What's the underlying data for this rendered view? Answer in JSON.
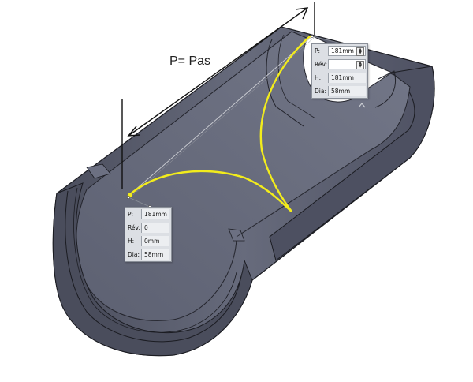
{
  "annotation": {
    "pitch_label": "P= Pas"
  },
  "callout_top": {
    "fields": [
      {
        "label": "P:",
        "value": "181mm",
        "editable": true
      },
      {
        "label": "Rév:",
        "value": "1",
        "editable": true
      },
      {
        "label": "H:",
        "value": "181mm",
        "editable": false
      },
      {
        "label": "Dia:",
        "value": "58mm",
        "editable": false
      }
    ]
  },
  "callout_bottom": {
    "fields": [
      {
        "label": "P:",
        "value": "181mm"
      },
      {
        "label": "Rév:",
        "value": "0"
      },
      {
        "label": "H:",
        "value": "0mm"
      },
      {
        "label": "Dia:",
        "value": "58mm"
      }
    ]
  },
  "colors": {
    "model": "#5c6071",
    "model_dark": "#3f4252",
    "helix": "#f2ec1c",
    "background": "#ffffff"
  }
}
